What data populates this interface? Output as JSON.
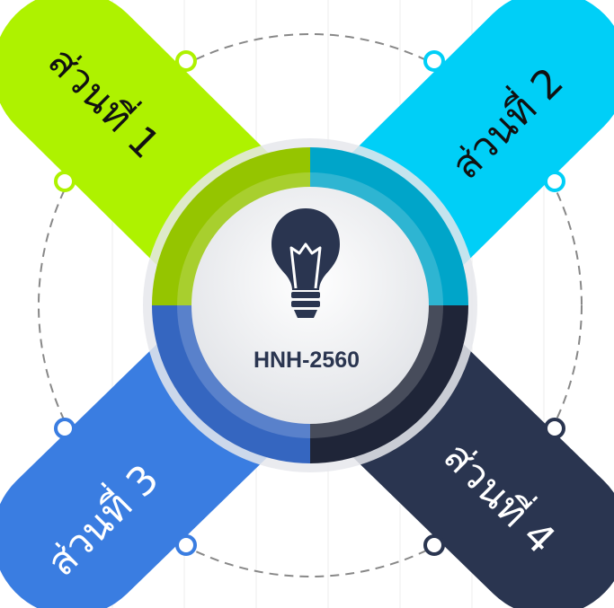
{
  "center": {
    "title": "HNH-2560",
    "icon": "lightbulb-icon"
  },
  "parts": [
    {
      "label": "ส่วนที่ 1",
      "color": "#aef200",
      "ring_color": "#95c500"
    },
    {
      "label": "ส่วนที่ 2",
      "color": "#00cff7",
      "ring_color": "#00a5c9"
    },
    {
      "label": "ส่วนที่ 3",
      "color": "#3a7de1",
      "ring_color": "#3566c0"
    },
    {
      "label": "ส่วนที่ 4",
      "color": "#2a3550",
      "ring_color": "#1f2538"
    }
  ],
  "colors": {
    "center_title": "#2a3550",
    "bulb": "#2a3550",
    "dashed_ring": "#888888"
  }
}
